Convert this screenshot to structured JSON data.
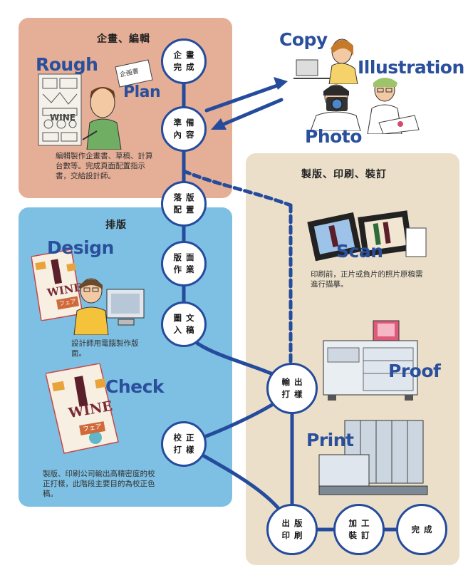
{
  "panels": {
    "plan_edit": {
      "title": "企畫、編輯",
      "color": "#e5ae96"
    },
    "layout": {
      "title": "排版",
      "color": "#7ec0e3"
    },
    "print": {
      "title": "製版、印刷、裝訂",
      "color": "#ebdfca"
    }
  },
  "labels": {
    "rough": "Rough",
    "plan": "Plan",
    "copy": "Copy",
    "illustration": "Illustration",
    "photo": "Photo",
    "design": "Design",
    "check": "Check",
    "scan": "Scan",
    "proof": "Proof",
    "print": "Print",
    "memo": "企画書",
    "wine": "WINE",
    "fair": "フェア"
  },
  "descriptions": {
    "plan_edit": "編輯製作企畫書、草稿、計算台數等。完成頁面配置指示書，交給設計師。",
    "design": "設計師用電腦製作版面。",
    "check": "製版、印刷公司輸出高精密度的校正打樣，此階段主要目的為校正色稿。",
    "scan": "印刷前，正片或負片的照片原稿需進行描摹。"
  },
  "nodes": {
    "plan_done": "企畫完成",
    "prepare": "準備內容",
    "placement": "落版配置",
    "page_work": "版面作業",
    "image_text": "圖文入稿",
    "output_proof": "輸出打樣",
    "proofing": "校正打樣",
    "print_run": "出版印刷",
    "binding": "加工裝訂",
    "done": "完成"
  },
  "colors": {
    "flow": "#244b9c",
    "label_blue": "#2a4f9c"
  }
}
